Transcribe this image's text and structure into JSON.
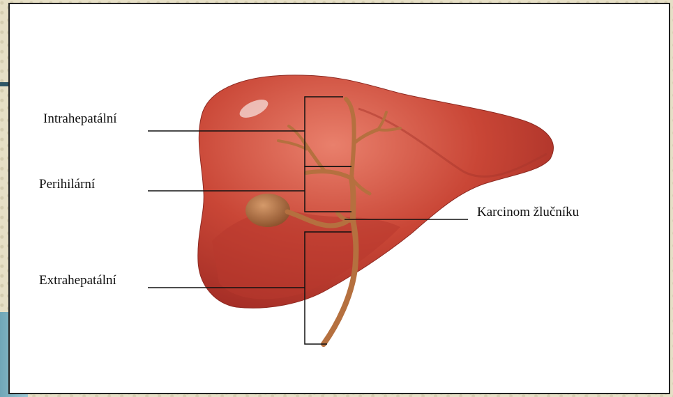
{
  "labels": {
    "intrahepatic": "Intrahepatální",
    "perihilar": "Perihilární",
    "extrahepatic": "Extrahepatální",
    "gallbladder_carcinoma": "Karcinom žlučníku"
  },
  "colors": {
    "liver": "#c9473a",
    "liver_light": "#e07a66",
    "bile_duct": "#b5703f",
    "gallbladder": "#9a5a30",
    "leader_line": "#111111"
  }
}
